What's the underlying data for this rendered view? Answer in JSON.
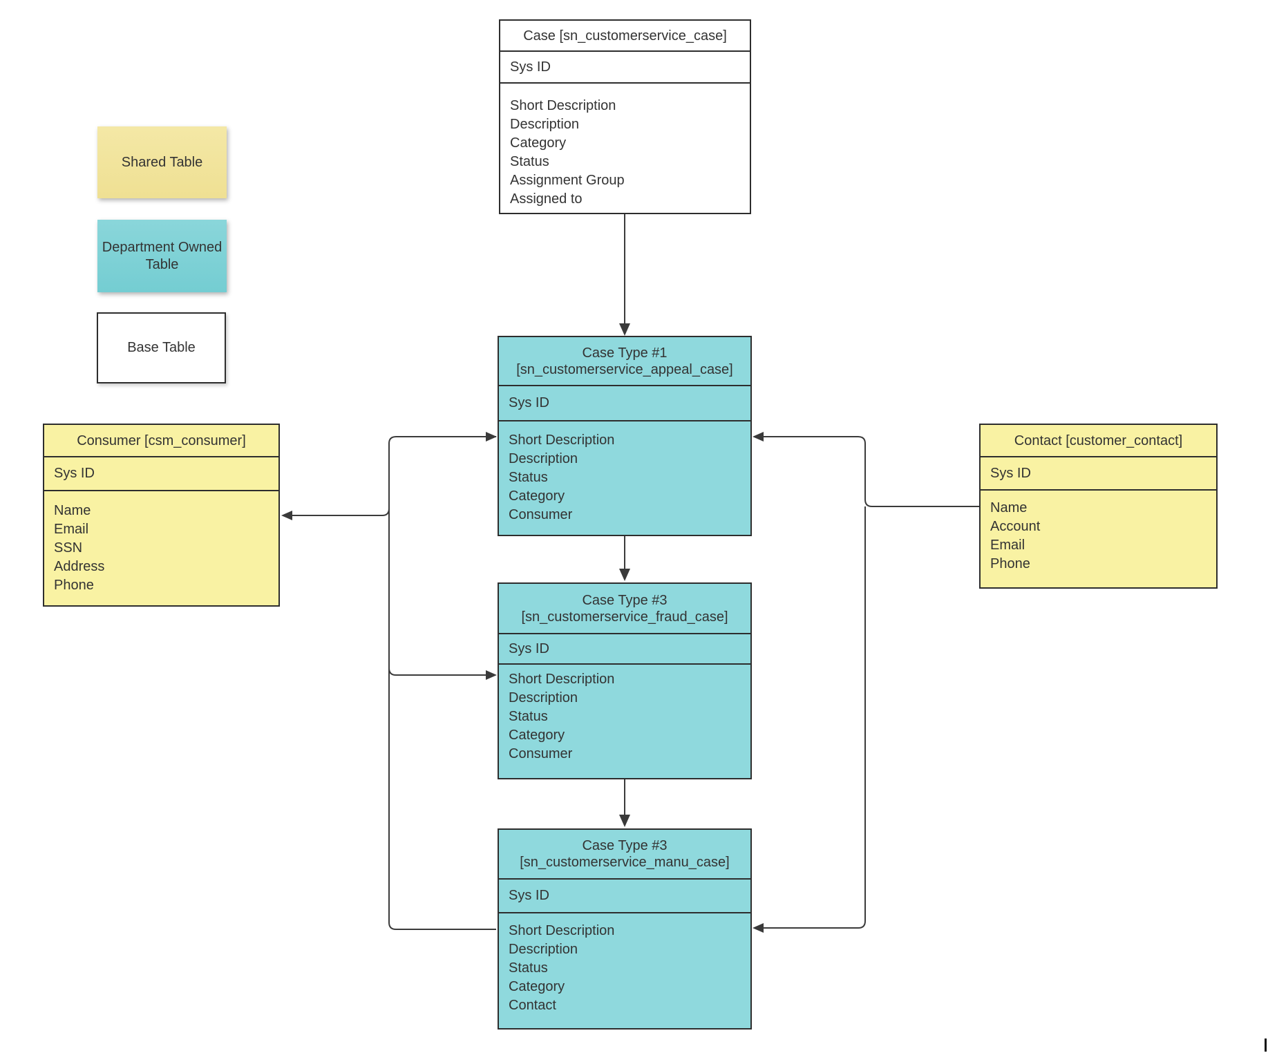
{
  "legend": {
    "shared": {
      "label": "Shared Table",
      "color": "#F2E49C"
    },
    "department": {
      "label": "Department Owned Table",
      "color": "#7FD2D6"
    },
    "base": {
      "label": "Base Table",
      "color": "#FFFFFF"
    }
  },
  "tables": {
    "case": {
      "title": "Case [sn_customerservice_case]",
      "key": "Sys ID",
      "fields": [
        "Short Description",
        "Description",
        "Category",
        "Status",
        "Assignment Group",
        "Assigned to"
      ],
      "color": "#FFFFFF",
      "kind": "base"
    },
    "appeal": {
      "title": "Case Type #1 [sn_customerservice_appeal_case]",
      "key": "Sys ID",
      "fields": [
        "Short Description",
        "Description",
        "Status",
        "Category",
        "Consumer"
      ],
      "color": "#8FD9DD",
      "kind": "department"
    },
    "fraud": {
      "title": "Case Type #3 [sn_customerservice_fraud_case]",
      "key": "Sys ID",
      "fields": [
        "Short Description",
        "Description",
        "Status",
        "Category",
        "Consumer"
      ],
      "color": "#8FD9DD",
      "kind": "department"
    },
    "manu": {
      "title": "Case Type #3 [sn_customerservice_manu_case]",
      "key": "Sys ID",
      "fields": [
        "Short Description",
        "Description",
        "Status",
        "Category",
        "Contact"
      ],
      "color": "#8FD9DD",
      "kind": "department"
    },
    "consumer": {
      "title": "Consumer [csm_consumer]",
      "key": "Sys ID",
      "fields": [
        "Name",
        "Email",
        "SSN",
        "Address",
        "Phone"
      ],
      "color": "#F9F2A3",
      "kind": "shared"
    },
    "contact": {
      "title": "Contact [customer_contact]",
      "key": "Sys ID",
      "fields": [
        "Name",
        "Account",
        "Email",
        "Phone"
      ],
      "color": "#F9F2A3",
      "kind": "shared"
    }
  }
}
